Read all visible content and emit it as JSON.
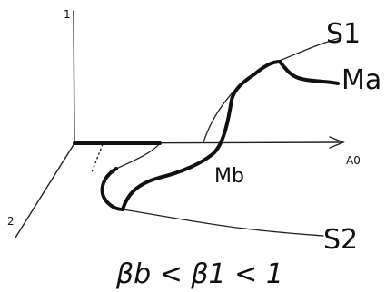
{
  "axes": {
    "vertical_tick": "1",
    "depth_tick": "2",
    "horizontal_label": "A0"
  },
  "curves": {
    "upper_branch": "S1",
    "lower_branch": "S2",
    "point_a": "Ma",
    "point_b": "Mb"
  },
  "caption": "βb < β1 < 1"
}
